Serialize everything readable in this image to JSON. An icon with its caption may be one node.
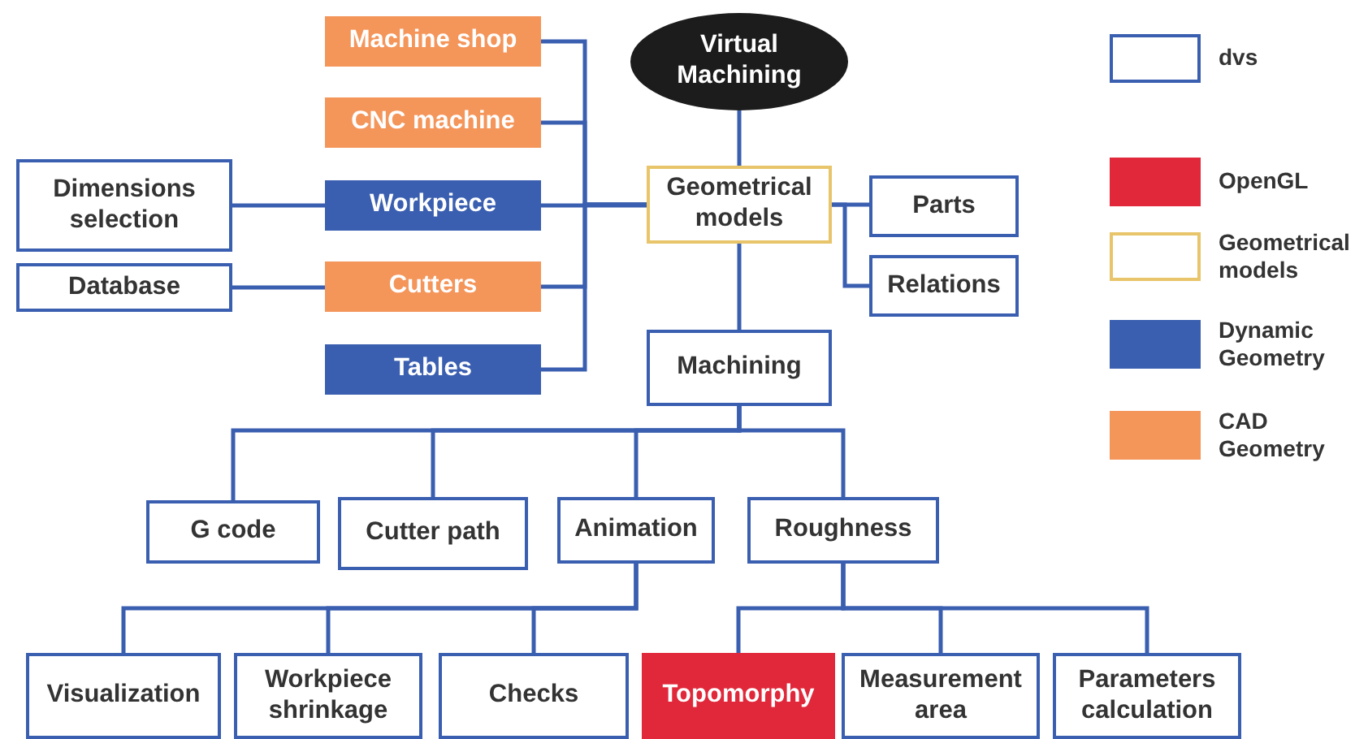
{
  "diagram": {
    "nodes": [
      {
        "text": [
          "Virtual Machining"
        ]
      },
      {
        "text": [
          "Machine shop"
        ]
      },
      {
        "text": [
          "CNC machine"
        ]
      },
      {
        "text": [
          "Dimensions selection"
        ]
      },
      {
        "text": [
          "Workpiece"
        ]
      },
      {
        "text": [
          "Geometrical models"
        ]
      },
      {
        "text": [
          "Parts"
        ]
      },
      {
        "text": [
          "Relations"
        ]
      },
      {
        "text": [
          "Database"
        ]
      },
      {
        "text": [
          "Cutters"
        ]
      },
      {
        "text": [
          "Tables"
        ]
      },
      {
        "text": [
          "Machining"
        ]
      },
      {
        "text": [
          "G code"
        ]
      },
      {
        "text": [
          "Cutter path"
        ]
      },
      {
        "text": [
          "Animation"
        ]
      },
      {
        "text": [
          "Roughness"
        ]
      },
      {
        "text": [
          "Visualization"
        ]
      },
      {
        "text": [
          "Workpiece shrinkage"
        ]
      },
      {
        "text": [
          "Checks"
        ]
      },
      {
        "text": [
          "Topomorphy"
        ]
      },
      {
        "text": [
          "Measurement area"
        ]
      },
      {
        "text": [
          "Parameters calculation"
        ]
      }
    ],
    "edges": [
      {
        "from": 0,
        "to": 5,
        "arrow": "none"
      },
      {
        "from": 1,
        "to": 5,
        "arrow": "none"
      },
      {
        "from": 2,
        "to": 5,
        "arrow": "none"
      },
      {
        "from": 3,
        "to": 4,
        "arrow": "none"
      },
      {
        "from": 4,
        "to": 5,
        "arrow": "none"
      },
      {
        "from": 8,
        "to": 9,
        "arrow": "none"
      },
      {
        "from": 9,
        "to": 5,
        "arrow": "none"
      },
      {
        "from": 10,
        "to": 5,
        "arrow": "none"
      },
      {
        "from": 5,
        "to": 6,
        "arrow": "none"
      },
      {
        "from": 5,
        "to": 7,
        "arrow": "none"
      },
      {
        "from": 5,
        "to": 11,
        "arrow": "none"
      },
      {
        "from": 11,
        "to": 12,
        "arrow": "none"
      },
      {
        "from": 11,
        "to": 13,
        "arrow": "none"
      },
      {
        "from": 11,
        "to": 14,
        "arrow": "none"
      },
      {
        "from": 11,
        "to": 15,
        "arrow": "none"
      },
      {
        "from": 14,
        "to": 16,
        "arrow": "none"
      },
      {
        "from": 14,
        "to": 17,
        "arrow": "none"
      },
      {
        "from": 14,
        "to": 18,
        "arrow": "none"
      },
      {
        "from": 15,
        "to": 19,
        "arrow": "none"
      },
      {
        "from": 15,
        "to": 20,
        "arrow": "none"
      },
      {
        "from": 15,
        "to": 21,
        "arrow": "none"
      }
    ],
    "legend": [
      {
        "text": "dvs",
        "color": "#ffffff"
      },
      {
        "text": "OpenGL",
        "color": "#e0283a"
      },
      {
        "text": "Geometrical models",
        "color": "#ffffff"
      },
      {
        "text": "Dynamic Geometry",
        "color": "#3a5fb0"
      },
      {
        "text": "CAD Geometry",
        "color": "#f4955a"
      }
    ]
  }
}
